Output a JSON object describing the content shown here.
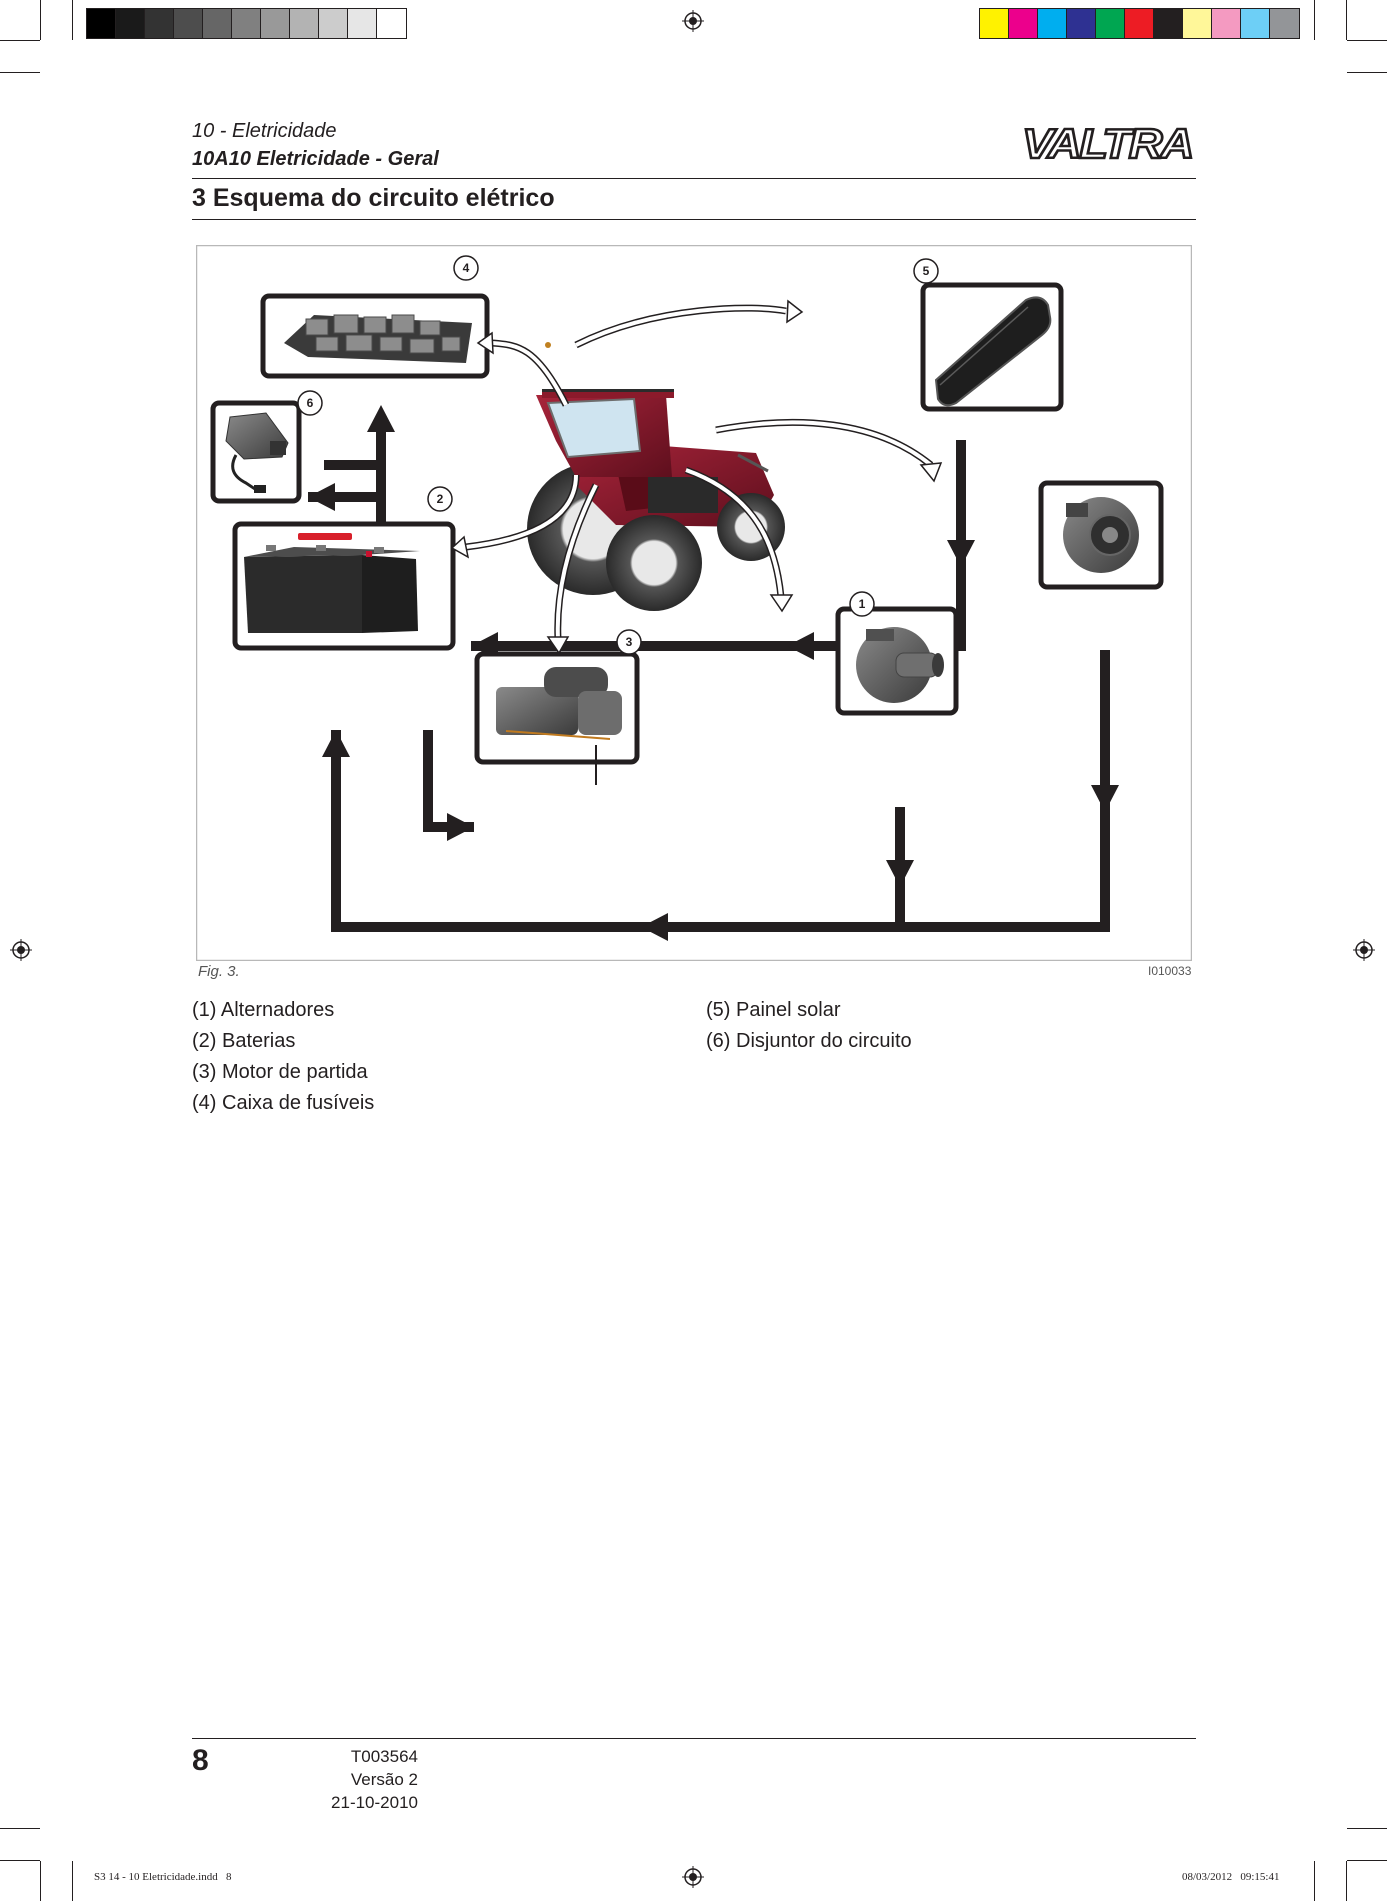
{
  "header": {
    "section": "10 - Eletricidade",
    "subsection": "10A10 Eletricidade - Geral",
    "brand": "VALTRA"
  },
  "title": "3 Esquema do circuito elétrico",
  "figure": {
    "caption": "Fig. 3.",
    "image_id": "I010033",
    "callouts": [
      "1",
      "2",
      "3",
      "4",
      "5",
      "6"
    ]
  },
  "legend": {
    "left": [
      "(1) Alternadores",
      "(2) Baterias",
      "(3) Motor de partida",
      "(4) Caixa de fusíveis"
    ],
    "right": [
      "(5) Painel solar",
      "(6) Disjuntor do circuito"
    ]
  },
  "footer": {
    "page_number": "8",
    "doc_code": "T003564",
    "version": "Versão 2",
    "date": "21-10-2010"
  },
  "print_slug": {
    "file": "S3 14 - 10 Eletricidade.indd   8",
    "timestamp": "08/03/2012   09:15:41"
  },
  "colors": {
    "grayscale_bar": [
      "#000000",
      "#1a1a1a",
      "#333333",
      "#4d4d4d",
      "#666666",
      "#808080",
      "#999999",
      "#b3b3b3",
      "#cccccc",
      "#e6e6e6",
      "#ffffff"
    ],
    "color_bar": [
      "#fff200",
      "#ec008c",
      "#00aeef",
      "#2e3192",
      "#00a651",
      "#ed1c24",
      "#231f20",
      "#fff799",
      "#f49ac1",
      "#6dcff6",
      "#939598"
    ],
    "tractor_red": "#8b1a2b"
  }
}
